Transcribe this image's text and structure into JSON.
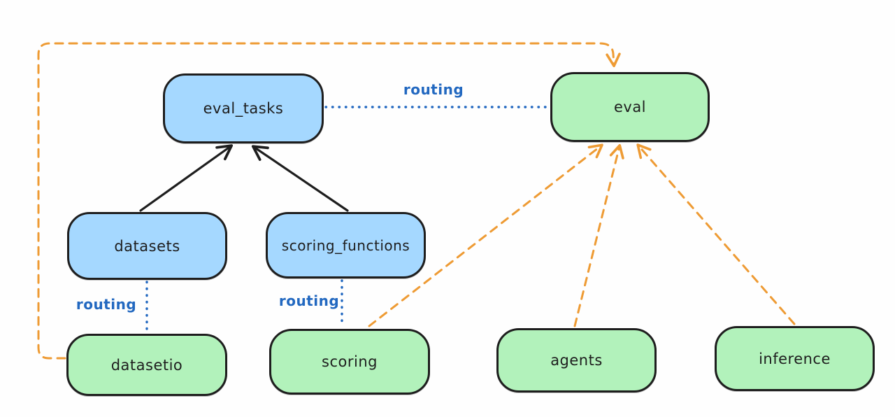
{
  "diagram": {
    "type": "graph",
    "nodes": [
      {
        "id": "eval_tasks",
        "label": "eval_tasks",
        "color": "blue"
      },
      {
        "id": "eval",
        "label": "eval",
        "color": "green"
      },
      {
        "id": "datasets",
        "label": "datasets",
        "color": "blue"
      },
      {
        "id": "scoring_functions",
        "label": "scoring_functions",
        "color": "blue"
      },
      {
        "id": "datasetio",
        "label": "datasetio",
        "color": "green"
      },
      {
        "id": "scoring",
        "label": "scoring",
        "color": "green"
      },
      {
        "id": "agents",
        "label": "agents",
        "color": "green"
      },
      {
        "id": "inference",
        "label": "inference",
        "color": "green"
      }
    ],
    "edges": [
      {
        "from": "datasets",
        "to": "eval_tasks",
        "style": "solid-black-arrow"
      },
      {
        "from": "scoring_functions",
        "to": "eval_tasks",
        "style": "solid-black-arrow"
      },
      {
        "from": "eval_tasks",
        "to": "eval",
        "style": "dotted-blue",
        "label": "routing"
      },
      {
        "from": "datasets",
        "to": "datasetio",
        "style": "dotted-blue",
        "label": "routing"
      },
      {
        "from": "scoring_functions",
        "to": "scoring",
        "style": "dotted-blue",
        "label": "routing"
      },
      {
        "from": "datasetio",
        "to": "eval",
        "style": "dashed-orange-arrow"
      },
      {
        "from": "scoring",
        "to": "eval",
        "style": "dashed-orange-arrow"
      },
      {
        "from": "agents",
        "to": "eval",
        "style": "dashed-orange-arrow"
      },
      {
        "from": "inference",
        "to": "eval",
        "style": "dashed-orange-arrow"
      }
    ],
    "colors": {
      "node_blue_fill": "#a5d8ff",
      "node_green_fill": "#b2f2bb",
      "node_stroke": "#1e1e1e",
      "routing_blue": "#2268c0",
      "dashed_orange": "#ee9b34",
      "background": "#fefefe"
    }
  }
}
